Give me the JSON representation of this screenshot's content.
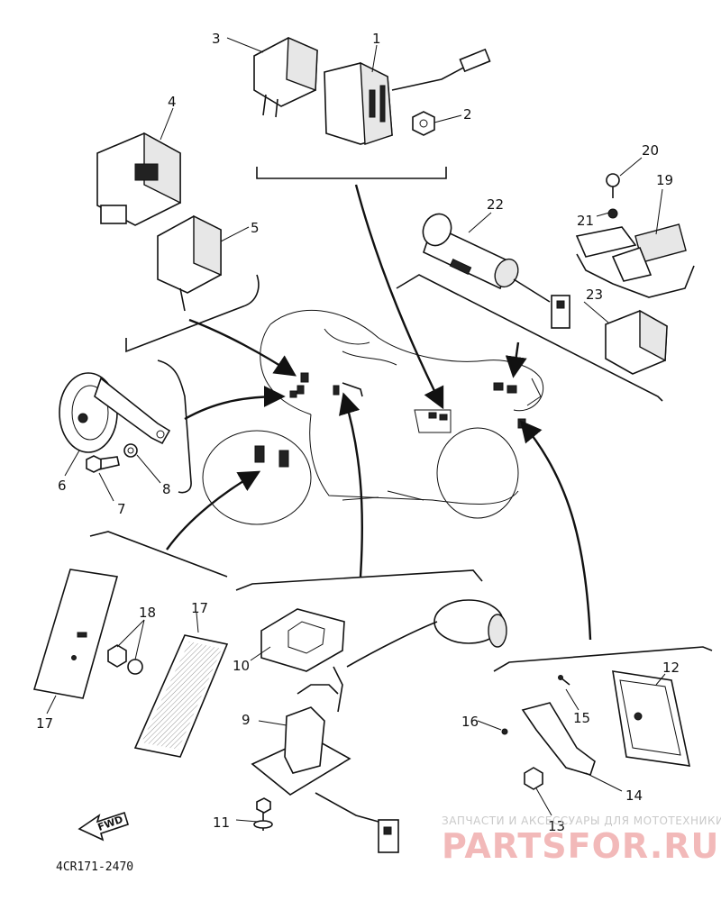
{
  "diagram": {
    "drawing_code": "4CR171-2470",
    "forward_marker": "FWD",
    "part_labels": {
      "p1": "1",
      "p2": "2",
      "p3": "3",
      "p4": "4",
      "p5": "5",
      "p6": "6",
      "p7": "7",
      "p8": "8",
      "p9": "9",
      "p10": "10",
      "p11": "11",
      "p12": "12",
      "p13": "13",
      "p14": "14",
      "p15": "15",
      "p16": "16",
      "p17a": "17",
      "p17b": "17",
      "p18": "18",
      "p19": "19",
      "p20": "20",
      "p21": "21",
      "p22": "22",
      "p23": "23"
    }
  },
  "watermark": {
    "tagline": "ЗАПЧАСТИ И АКСЕССУАРЫ ДЛЯ МОТОТЕХНИКИ",
    "brand": "PARTSFOR.RU",
    "brand_color": "#f2b9b9"
  }
}
